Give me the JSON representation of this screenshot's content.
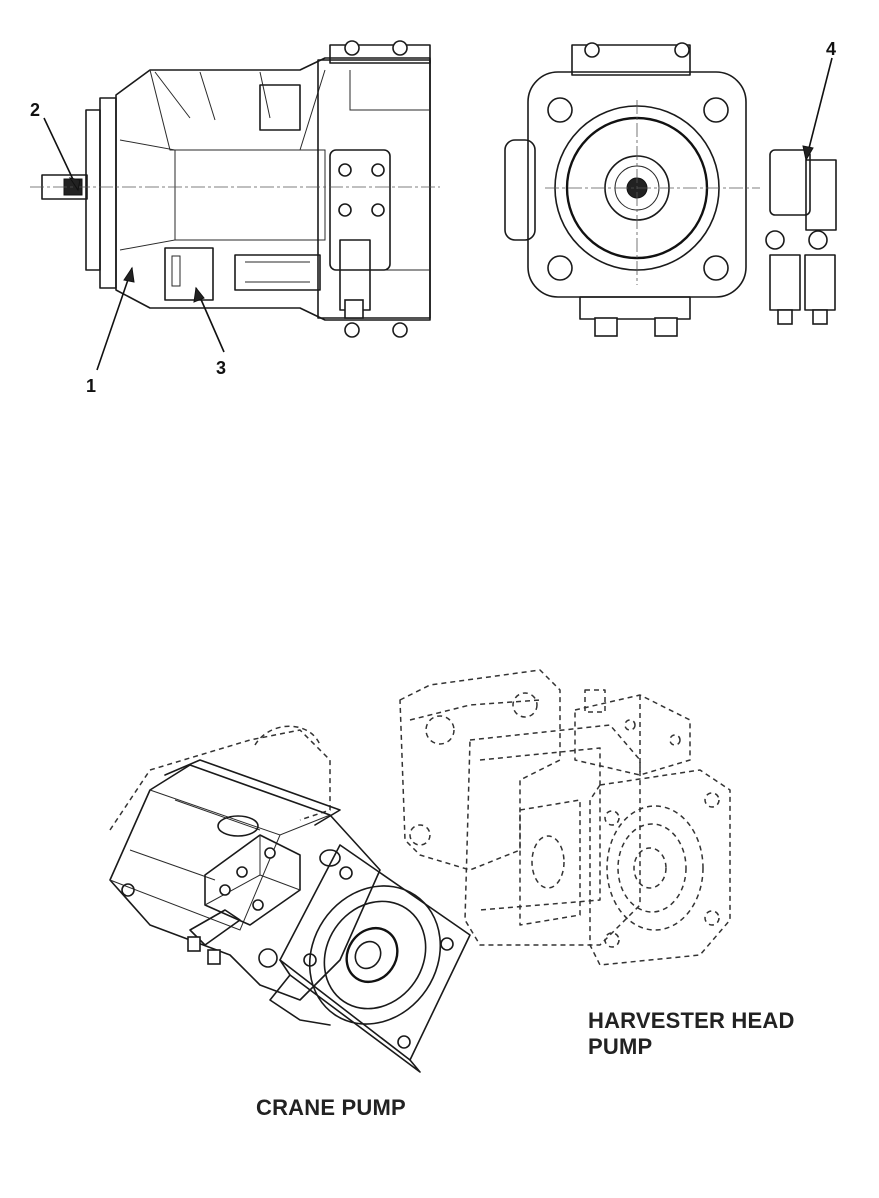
{
  "callouts": {
    "c1": "1",
    "c2": "2",
    "c3": "3",
    "c4": "4"
  },
  "labels": {
    "crane_pump": "CRANE PUMP",
    "harvester_head_pump_line1": "HARVESTER HEAD",
    "harvester_head_pump_line2": "PUMP"
  }
}
